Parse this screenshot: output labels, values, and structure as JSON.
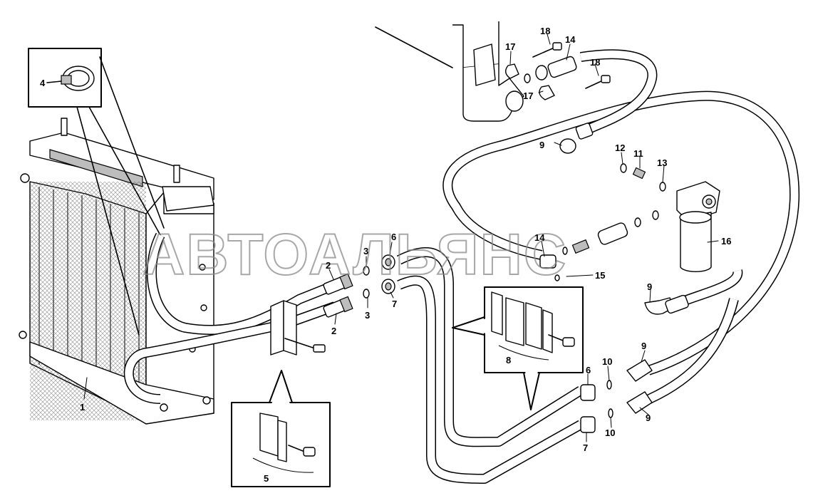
{
  "labels": {
    "l1": "1",
    "l2a": "2",
    "l2b": "2",
    "l3a": "3",
    "l3b": "3",
    "l4": "4",
    "l5": "5",
    "l6a": "6",
    "l6b": "6",
    "l7a": "7",
    "l7b": "7",
    "l8": "8",
    "l9a": "9",
    "l9b": "9",
    "l9c": "9",
    "l9d": "9",
    "l10a": "10",
    "l10b": "10",
    "l11": "11",
    "l12": "12",
    "l13": "13",
    "l14a": "14",
    "l14b": "14",
    "l15": "15",
    "l16": "16",
    "l17a": "17",
    "l17b": "17",
    "l18a": "18",
    "l18b": "18"
  },
  "watermark": "АВТОАЛЬЯНС"
}
